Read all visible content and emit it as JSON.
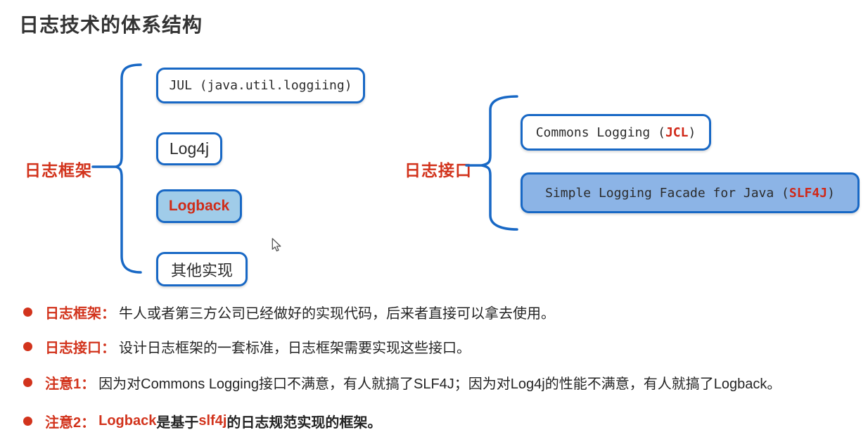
{
  "title": "日志技术的体系结构",
  "colors": {
    "accent_blue_border": "#1868c5",
    "fill_light_blue": "#a0cce9",
    "fill_medium_blue": "#8cb4e6",
    "accent_red": "#d2331c",
    "text_dark": "#2b2b2b"
  },
  "left_group": {
    "label": "日志框架",
    "boxes": [
      {
        "text": "JUL (java.util.loggiing)"
      },
      {
        "text": "Log4j"
      },
      {
        "text": "Logback",
        "highlighted": true
      },
      {
        "text": "其他实现"
      }
    ]
  },
  "right_group": {
    "label": "日志接口",
    "boxes": [
      {
        "prefix": "Commons Logging (",
        "em": "JCL",
        "suffix": ")"
      },
      {
        "prefix": "Simple Logging Facade for Java (",
        "em": "SLF4J",
        "suffix": ")",
        "filled": true
      }
    ]
  },
  "bullets": [
    {
      "label": "日志框架：",
      "text": "牛人或者第三方公司已经做好的实现代码，后来者直接可以拿去使用。"
    },
    {
      "label": "日志接口：",
      "text": "设计日志框架的一套标准，日志框架需要实现这些接口。"
    },
    {
      "label": "注意1：",
      "text": "因为对Commons Logging接口不满意，有人就搞了SLF4J；因为对Log4j的性能不满意，有人就搞了Logback。"
    },
    {
      "label": "注意2：",
      "segments": [
        {
          "text": "Logback",
          "red": true,
          "bold": true
        },
        {
          "text": "是基于",
          "bold": true
        },
        {
          "text": "slf4j",
          "red": true,
          "bold": true
        },
        {
          "text": "的日志规范实现的框架。",
          "bold": true
        }
      ]
    }
  ]
}
